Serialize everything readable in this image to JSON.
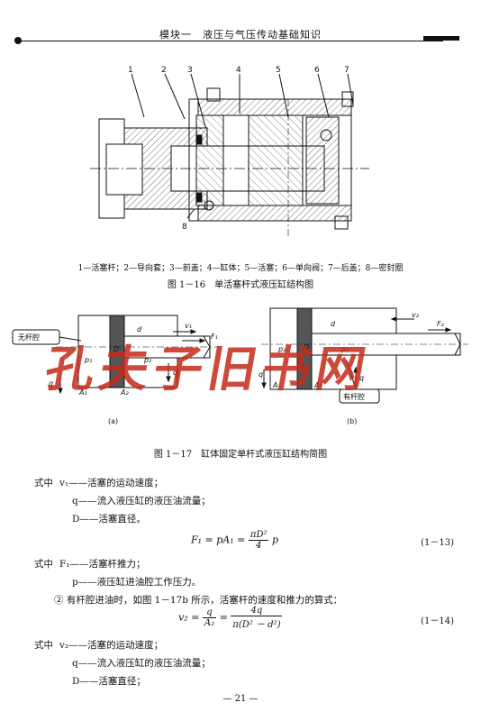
{
  "header": {
    "title": "模块一　液压与气压传动基础知识"
  },
  "fig16": {
    "labels": [
      "1",
      "2",
      "3",
      "4",
      "5",
      "6",
      "7",
      "8"
    ],
    "legend": "1—活塞杆；2—导向套；3—前盖；4—缸体；5—活塞；6—单向阀；7—后盖；8—密封圈",
    "caption": "图 1－16　单活塞杆式液压缸结构图"
  },
  "fig17": {
    "caption": "图 1－17　缸体固定单杆式液压缸结构简图",
    "a": {
      "label_box": "无杆腔",
      "D": "D",
      "d": "d",
      "v1": "v₁",
      "F1": "F₁",
      "p1": "p₁",
      "p2": "p₂",
      "q": "q",
      "qp": "q′",
      "A1": "A₁",
      "A2": "A₂",
      "sub": "(a)"
    },
    "b": {
      "label_box": "有杆腔",
      "D": "D",
      "d": "d",
      "v2": "v₂",
      "F2": "F₂",
      "p1": "p₁",
      "p2": "p₂",
      "q": "q",
      "qp": "q′",
      "A1": "A₁",
      "A2": "A₂",
      "sub": "(b)"
    }
  },
  "watermark": "孔夫子旧书网",
  "text": {
    "l1_lead": "式中",
    "l1": "v₁——活塞的运动速度；",
    "l2": "q——流入液压缸的液压油流量；",
    "l3": "D——活塞直径。",
    "eq13_lhs": "F₁ = pA₁ =",
    "eq13_num": "πD²",
    "eq13_den": "4",
    "eq13_tail": "p",
    "eq13_no": "(1－13)",
    "l4_lead": "式中",
    "l4": "F₁——活塞杆推力；",
    "l5": "p——液压缸进油腔工作压力。",
    "l6": "② 有杆腔进油时，如图 1－17b 所示，活塞杆的速度和推力的算式：",
    "eq14_lhs": "v₂ =",
    "eq14_num1": "q",
    "eq14_den1": "A₂",
    "eq14_eq": "=",
    "eq14_num2": "4q",
    "eq14_den2": "π(D² － d²)",
    "eq14_no": "(1－14)",
    "l7_lead": "式中",
    "l7": "v₂——活塞的运动速度；",
    "l8": "q——流入液压缸的液压油流量；",
    "l9": "D——活塞直径；",
    "page_no": "— 21 —"
  }
}
